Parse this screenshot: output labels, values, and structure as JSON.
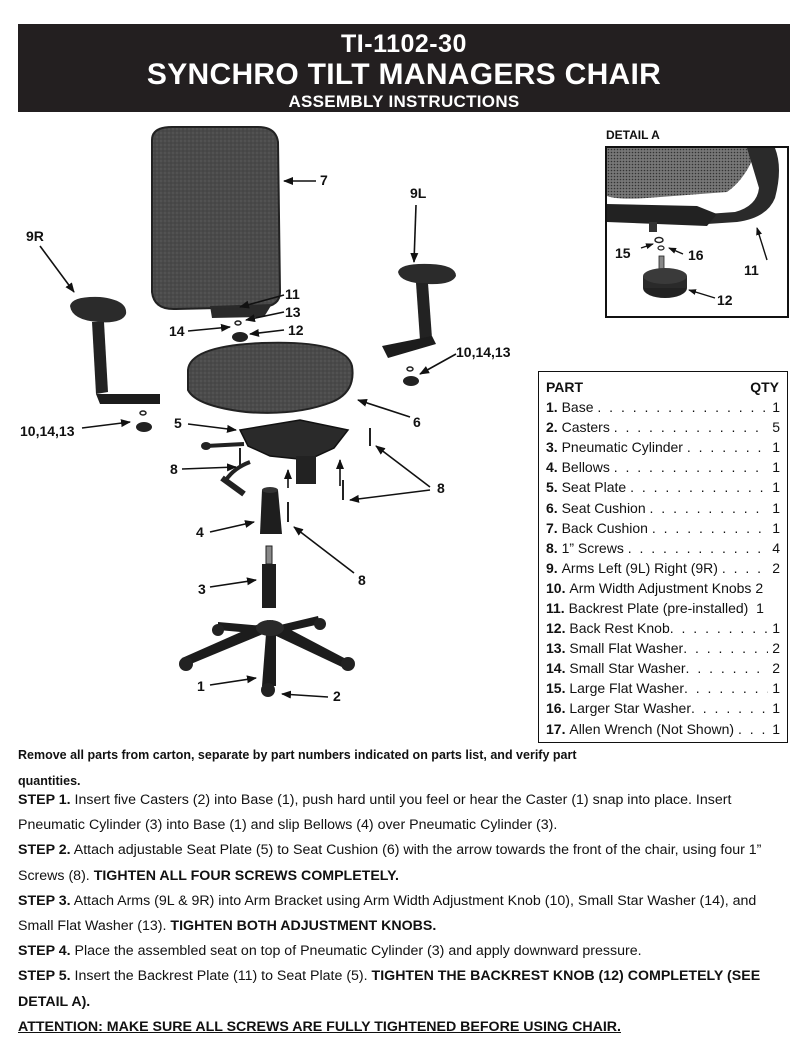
{
  "header": {
    "model": "TI-1102-30",
    "title": "SYNCHRO TILT MANAGERS CHAIR",
    "subtitle": "ASSEMBLY INSTRUCTIONS"
  },
  "diagram_labels": {
    "l7": "7",
    "l9L": "9L",
    "l9R": "9R",
    "l11": "11",
    "l13": "13",
    "l14": "14",
    "l12": "12",
    "l10_14_13_right": "10,14,13",
    "l10_14_13_left": "10,14,13",
    "l5": "5",
    "l6": "6",
    "l8_left": "8",
    "l8_right": "8",
    "l8_bottom": "8",
    "l4": "4",
    "l3": "3",
    "l1": "1",
    "l2": "2"
  },
  "detail": {
    "title": "DETAIL A",
    "l15": "15",
    "l16": "16",
    "l11": "11",
    "l12": "12"
  },
  "parts_list": {
    "header_part": "PART",
    "header_qty": "QTY",
    "items": [
      {
        "num": "1.",
        "name": "Base",
        "qty": "1"
      },
      {
        "num": "2.",
        "name": "Casters",
        "qty": "5"
      },
      {
        "num": "3.",
        "name": "Pneumatic Cylinder",
        "qty": "1"
      },
      {
        "num": "4.",
        "name": "Bellows",
        "qty": "1"
      },
      {
        "num": "5.",
        "name": "Seat Plate",
        "qty": "1"
      },
      {
        "num": "6.",
        "name": "Seat Cushion",
        "qty": "1"
      },
      {
        "num": "7.",
        "name": "Back Cushion",
        "qty": "1"
      },
      {
        "num": "8.",
        "name": "1” Screws",
        "qty": "4"
      },
      {
        "num": "9.",
        "name": "Arms Left (9L) Right (9R)",
        "qty": "2"
      },
      {
        "num": "10.",
        "name": "Arm Width Adjustment Knobs",
        "qty": "2"
      },
      {
        "num": "11.",
        "name": "Backrest Plate (pre-installed)",
        "qty": "1"
      },
      {
        "num": "12.",
        "name": "Back Rest Knob",
        "qty": "1"
      },
      {
        "num": "13.",
        "name": "Small Flat Washer",
        "qty": "2"
      },
      {
        "num": "14.",
        "name": "Small Star Washer",
        "qty": "2"
      },
      {
        "num": "15.",
        "name": "Large Flat Washer",
        "qty": "1"
      },
      {
        "num": "16.",
        "name": "Larger Star Washer",
        "qty": "1"
      },
      {
        "num": "17.",
        "name": "Allen Wrench (Not Shown)",
        "qty": "1"
      }
    ]
  },
  "instructions": {
    "intro": "Remove all parts from carton, separate by part numbers indicated on parts list, and verify part quantities.",
    "step1_label": "STEP 1.",
    "step1_text": " Insert five Casters (2) into Base (1), push hard until you feel or hear the Caster (1) snap into place. Insert Pneumatic Cylinder (3) into Base (1) and slip Bellows (4) over Pneumatic Cylinder (3).",
    "step2_label": "STEP 2.",
    "step2_text": " Attach adjustable Seat Plate (5) to Seat Cushion (6) with the arrow towards the front of the chair, using four 1” Screws (8). ",
    "step2_bold": "TIGHTEN ALL FOUR SCREWS COMPLETELY.",
    "step3_label": "STEP 3.",
    "step3_text": " Attach Arms (9L & 9R) into Arm Bracket using Arm Width Adjustment Knob (10), Small Star Washer (14), and Small Flat Washer (13). ",
    "step3_bold": "TIGHTEN BOTH ADJUSTMENT KNOBS.",
    "step4_label": "STEP 4.",
    "step4_text": " Place the assembled seat on top of Pneumatic Cylinder (3) and apply downward pressure.",
    "step5_label": "STEP 5.",
    "step5_text": " Insert the Backrest Plate (11) to Seat Plate (5). ",
    "step5_bold": "TIGHTEN THE BACKREST KNOB (12) COMPLETELY (SEE DETAIL A).",
    "attention": "ATTENTION: MAKE SURE ALL SCREWS ARE FULLY TIGHTENED BEFORE USING CHAIR."
  }
}
